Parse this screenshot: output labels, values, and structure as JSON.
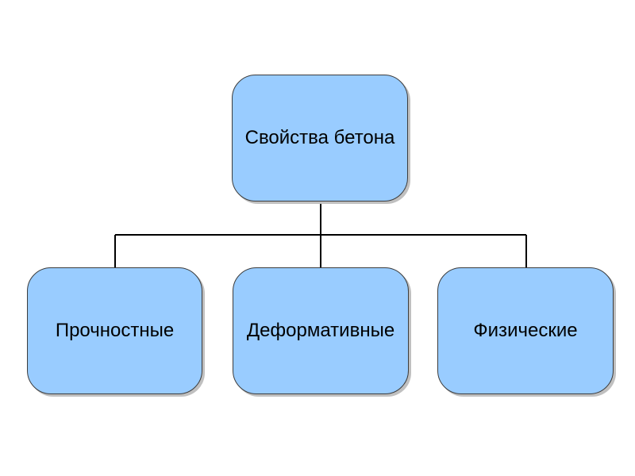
{
  "diagram": {
    "root": {
      "label": "Свойства бетона"
    },
    "children": [
      {
        "label": "Прочностные"
      },
      {
        "label": "Деформативные"
      },
      {
        "label": "Физические"
      }
    ]
  },
  "colors": {
    "box_fill": "#99ccff",
    "box_border": "#3c3c3c",
    "connector": "#000000",
    "background": "#ffffff"
  }
}
